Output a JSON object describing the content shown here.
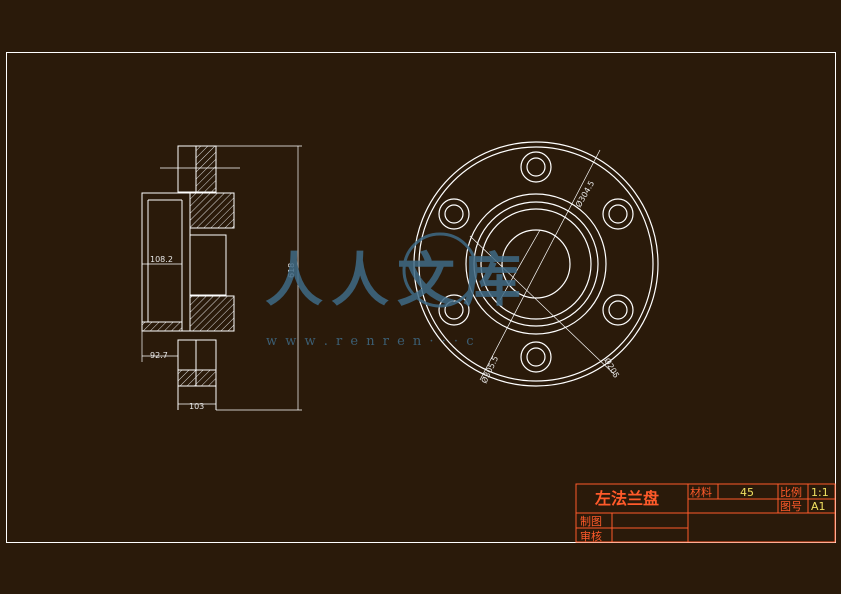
{
  "dimensions": {
    "overall_height": "618",
    "bore_dia": "108.2",
    "hub_dia": "92.7",
    "width": "103",
    "bolt_circle": "Ø305.5",
    "outer_dia": "Ø205",
    "hole_dia": "Ø304.5"
  },
  "watermark": {
    "characters": "人人文库",
    "url": "w w w . r e n r e n · · · c"
  },
  "title_block": {
    "part_name": "左法兰盘",
    "material_label": "材料",
    "material_value": "45",
    "scale_label": "比例",
    "scale_value": "1:1",
    "drawing_no_label": "图号",
    "drawing_no_value": "A1",
    "drawn_label": "制图",
    "checked_label": "审核"
  },
  "colors": {
    "background": "#2a1a0a",
    "line": "#ffffff",
    "title_text": "#ff5a2a",
    "value_text": "#f0e060",
    "watermark": "#3f6a86"
  }
}
